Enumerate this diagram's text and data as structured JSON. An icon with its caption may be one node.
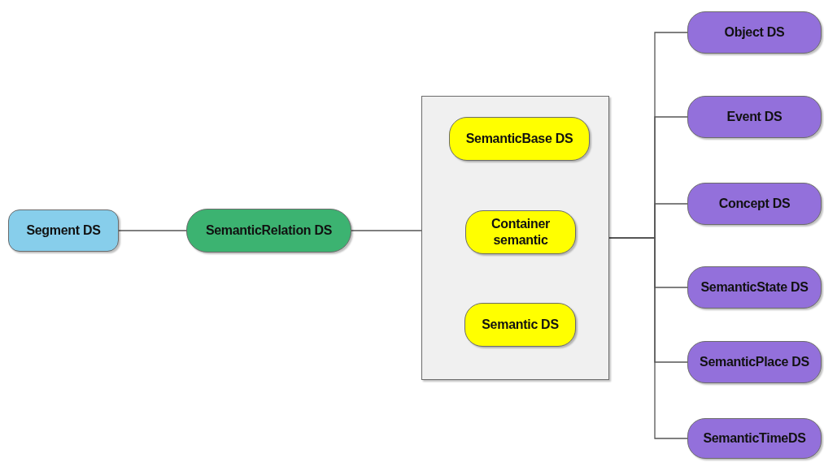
{
  "diagram": {
    "nodes": [
      {
        "text": [
          "Segment DS"
        ]
      },
      {
        "text": [
          "SemanticRelation DS"
        ]
      },
      {
        "text": [],
        "shape": "box"
      },
      {
        "text": [
          "SemanticBase DS"
        ],
        "in": 2
      },
      {
        "text": [
          "Container semantic"
        ],
        "in": 2
      },
      {
        "text": [
          "Semantic DS"
        ],
        "in": 2
      },
      {
        "text": [
          "Object DS"
        ]
      },
      {
        "text": [
          "Event DS"
        ]
      },
      {
        "text": [
          "Concept DS"
        ]
      },
      {
        "text": [
          "SemanticState DS"
        ]
      },
      {
        "text": [
          "SemanticPlace DS"
        ]
      },
      {
        "text": [
          "SemanticTimeDS"
        ]
      }
    ],
    "edges": [
      {
        "from": 0,
        "to": 1,
        "arrow": "none"
      },
      {
        "from": 1,
        "to": 2,
        "arrow": "none"
      },
      {
        "from": 2,
        "to": 6,
        "arrow": "none"
      },
      {
        "from": 2,
        "to": 7,
        "arrow": "none"
      },
      {
        "from": 2,
        "to": 8,
        "arrow": "none"
      },
      {
        "from": 2,
        "to": 9,
        "arrow": "none"
      },
      {
        "from": 2,
        "to": 10,
        "arrow": "none"
      },
      {
        "from": 2,
        "to": 11,
        "arrow": "none"
      }
    ]
  }
}
